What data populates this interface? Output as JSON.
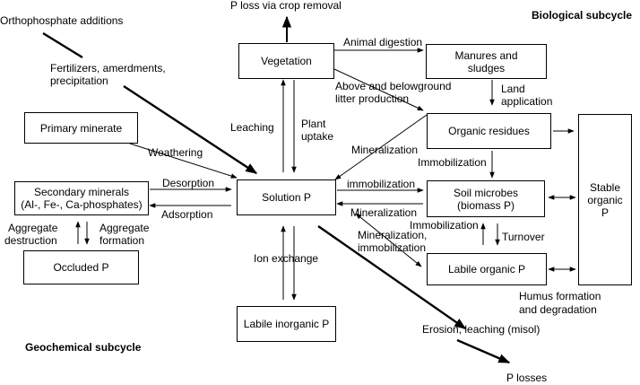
{
  "subcycles": {
    "biological": "Biological subcycle",
    "geochemical": "Geochemical subcycle"
  },
  "boxes": {
    "vegetation": "Vegetation",
    "manures": [
      "Manures and",
      "sludges"
    ],
    "primary": "Primary minerate",
    "organic_residues": "Organic residues",
    "stable": [
      "Stable",
      "organic",
      "P"
    ],
    "secondary": [
      "Secondary minerals",
      "(Al-, Fe-, Ca-phosphates)"
    ],
    "solution": "Solution P",
    "soil_microbes": [
      "Soil microbes",
      "(biomass P)"
    ],
    "occluded": "Occluded P",
    "labile_organic": "Labile organic P",
    "labile_inorganic": "Labile inorganic P"
  },
  "labels": {
    "p_loss_crop": "P loss via crop removal",
    "orthophosphate": "Orthophosphate additions",
    "fertilizers": [
      "Fertilizers, amerdments,",
      "precipitation"
    ],
    "animal_digestion": "Animal digestion",
    "above_below": [
      "Above and belowground",
      "litter production"
    ],
    "land_application": [
      "Land",
      "application"
    ],
    "leaching": "Leaching",
    "plant_uptake": [
      "Plant",
      "uptake"
    ],
    "weathering": "Weathering",
    "mineralization_top": "Mineralization",
    "immobilization_right": "Immobilization",
    "desorption": "Desorption",
    "adsorption": "Adsorption",
    "immobilization_mid": "immobilization",
    "mineralization_mid": "Mineralization",
    "aggregate_destruction": [
      "Aggregate",
      "destruction"
    ],
    "aggregate_formation": [
      "Aggregate",
      "formation"
    ],
    "immobilization_low": "Immobilization",
    "turnover": "Turnover",
    "min_immob": [
      "Mineralization,",
      "immobilization"
    ],
    "ion_exchange": "Ion exchange",
    "humus": [
      "Humus formation",
      "and degradation"
    ],
    "erosion": "Erosion, leaching (misol)",
    "p_losses": "P losses"
  },
  "colors": {
    "ink": "#000000",
    "background": "#ffffff"
  }
}
